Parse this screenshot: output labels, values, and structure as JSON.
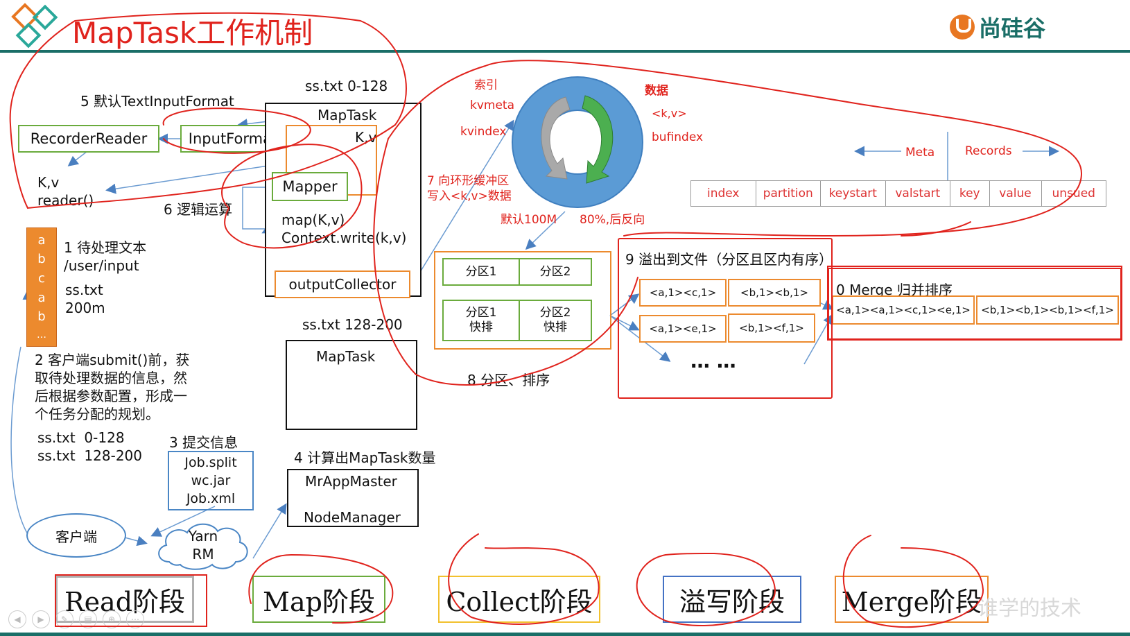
{
  "title": "MapTask工作机制",
  "brand": "尚硅谷",
  "watermark": "谁学的技术",
  "input_file": {
    "letters": [
      "a",
      "b",
      "c",
      "a",
      "b",
      "…"
    ],
    "desc": "1 待处理文本\n/user/input",
    "name": "ss.txt",
    "size": "200m"
  },
  "step2": "2 客户端submit()前，获\n取待处理数据的信息，然\n后根据参数配置，形成一\n个任务分配的规划。",
  "splits": "ss.txt  0-128\nss.txt  128-200",
  "step3": "3 提交信息",
  "job_files": "Job.split\nwc.jar\nJob.xml",
  "client": "客户端",
  "yarn": "Yarn\nRM",
  "step4": "4 计算出MapTask数量",
  "app_master": "MrAppMaster",
  "node_manager": "NodeManager",
  "step5": "5 默认TextInputFormat",
  "recorder_reader": "RecorderReader",
  "input_format": "InputFormat",
  "kv_reader": "K,v\nreader()",
  "split1_label": "ss.txt 0-128",
  "maptask1": "MapTask",
  "maptask_kv": "K,v",
  "mapper": "Mapper",
  "map_code": "map(K,v)\nContext.write(k,v)",
  "step6": "6 逻辑运算",
  "output_collector": "outputCollector",
  "split2_label": "ss.txt 128-200",
  "maptask2": "MapTask",
  "ring": {
    "index_label": "索引",
    "kvmeta": "kvmeta",
    "kvindex": "kvindex",
    "data_label": "数据",
    "kv": "<k,v>",
    "bufindex": "bufindex",
    "step7": "7 向环形缓冲区\n写入<k,v>数据",
    "default_size": "默认100M",
    "reverse": "80%,后反向"
  },
  "meta_label": "Meta",
  "records_label": "Records",
  "meta_cells": [
    "index",
    "partition",
    "keystart",
    "valstart",
    "key",
    "value",
    "unsued"
  ],
  "partitions": {
    "p1": "分区1",
    "p2": "分区2",
    "p1_sort": "分区1\n快排",
    "p2_sort": "分区2\n快排",
    "step8": "8 分区、排序"
  },
  "spill": {
    "title": "9 溢出到文件（分区且区内有序）",
    "rows": [
      [
        "<a,1><c,1>",
        "<b,1><b,1>"
      ],
      [
        "<a,1><e,1>",
        "<b,1><f,1>"
      ]
    ],
    "ellipsis": "… …"
  },
  "merge": {
    "title": "0 Merge 归并排序",
    "cells": [
      "<a,1><a,1><c,1><e,1>",
      "<b,1><b,1><b,1><f,1>"
    ]
  },
  "stages": [
    "Read阶段",
    "Map阶段",
    "Collect阶段",
    "溢写阶段",
    "Merge阶段"
  ]
}
